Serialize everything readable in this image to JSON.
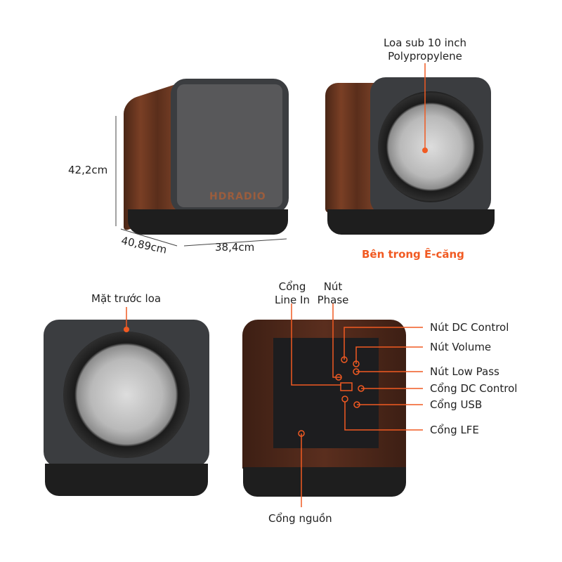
{
  "accent_color": "#f15a22",
  "top_left": {
    "height": "42,2cm",
    "depth": "40,89cm",
    "width": "38,4cm",
    "grille_logo": "HDRADIO"
  },
  "top_right": {
    "woofer_label_line1": "Loa sub 10 inch",
    "woofer_label_line2": "Polypropylene",
    "caption": "Bên trong Ê-căng"
  },
  "bottom_left": {
    "front_label": "Mặt trước loa"
  },
  "bottom_right": {
    "line_in_line1": "Cổng",
    "line_in_line2": "Line In",
    "phase_line1": "Nút",
    "phase_line2": "Phase",
    "labels": [
      "Nút DC Control",
      "Nút Volume",
      "Nút Low Pass",
      "Cổng DC Control",
      "Cổng USB",
      "Cổng LFE"
    ],
    "power": "Cổng nguồn"
  }
}
